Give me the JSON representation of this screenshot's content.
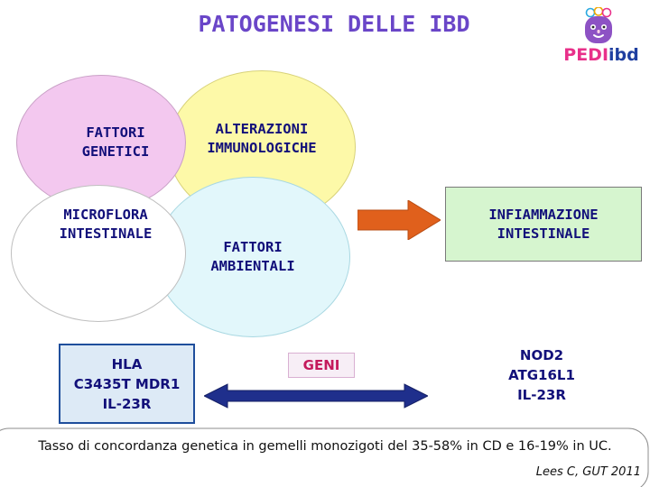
{
  "slide": {
    "title": "PATOGENESI DELLE IBD",
    "logo": {
      "pedi": "PEDI",
      "ibd": "ibd",
      "icon": "child-face-logo-icon"
    },
    "ellipses": [
      {
        "id": "fattori-genetici",
        "label": "FATTORI\nGENETICI",
        "color": "#f3c8ef"
      },
      {
        "id": "alterazioni-immunologiche",
        "label": "ALTERAZIONI\nIMMUNOLOGICHE",
        "color": "#fdf9a8"
      },
      {
        "id": "microflora-intestinale",
        "label": "MICROFLORA\nINTESTINALE",
        "color": "#ffffff"
      },
      {
        "id": "fattori-ambientali",
        "label": "FATTORI\nAMBIENTALI",
        "color": "#e2f7fb"
      }
    ],
    "green_box": {
      "label": "INFIAMMAZIONE\nINTESTINALE",
      "color": "#d6f5cf"
    },
    "arrow_right": {
      "name": "orange-block-arrow",
      "color": "#e0601c"
    },
    "hla_box": {
      "label": "HLA\nC3435T MDR1\nIL-23R",
      "fill": "#ddeaf6",
      "border": "#1f4e9c"
    },
    "geni_label": {
      "text": "GENI",
      "color": "#c41a5c"
    },
    "double_arrow": {
      "name": "double-headed-arrow",
      "color": "#1f2f8c"
    },
    "nod2_text": "NOD2\nATG16L1\nIL-23R",
    "footer": {
      "note": "Tasso di concordanza genetica in gemelli monozigoti del 35-58% in CD e 16-19% in UC.",
      "credit": "Lees C, GUT 2011"
    }
  }
}
